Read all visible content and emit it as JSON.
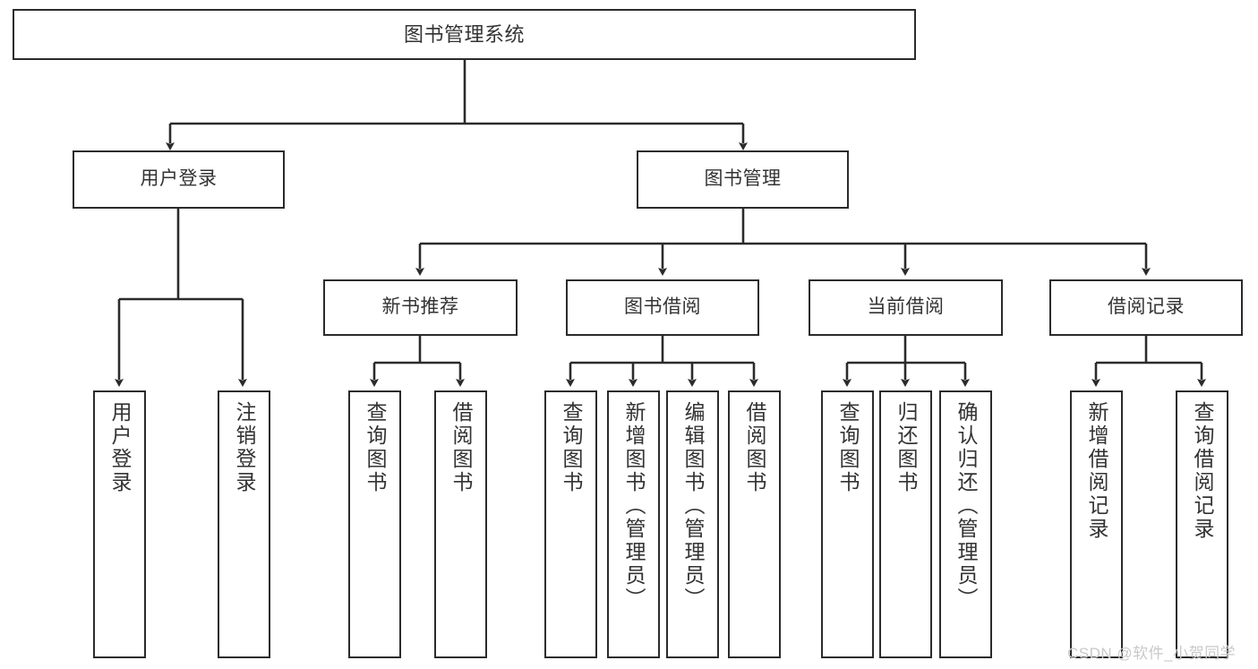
{
  "diagram": {
    "title": "图书管理系统",
    "watermark": "CSDN @软件_小贺同学",
    "colors": {
      "box_border": "#2b2b2b",
      "box_fill": "#ffffff",
      "text": "#333333",
      "connector": "#2b2b2b",
      "watermark": "#c9c9c9",
      "background": "#ffffff"
    },
    "nodes": {
      "root": {
        "label": "图书管理系统"
      },
      "level2": [
        {
          "id": "user-login",
          "label": "用户登录"
        },
        {
          "id": "book-management",
          "label": "图书管理"
        }
      ],
      "level3": [
        {
          "id": "new-book-recommend",
          "label": "新书推荐"
        },
        {
          "id": "book-borrow",
          "label": "图书借阅"
        },
        {
          "id": "current-borrow",
          "label": "当前借阅"
        },
        {
          "id": "borrow-record",
          "label": "借阅记录"
        }
      ],
      "leaves": {
        "user_login": [
          {
            "id": "leaf-user-login",
            "label": "用户登录"
          },
          {
            "id": "leaf-logout-login",
            "label": "注销登录"
          }
        ],
        "new_book_recommend": [
          {
            "id": "leaf-query-book-1",
            "label": "查询图书"
          },
          {
            "id": "leaf-borrow-book-1",
            "label": "借阅图书"
          }
        ],
        "book_borrow": [
          {
            "id": "leaf-query-book-2",
            "label": "查询图书"
          },
          {
            "id": "leaf-add-book",
            "label": "新增图书（管理员）"
          },
          {
            "id": "leaf-edit-book",
            "label": "编辑图书（管理员）"
          },
          {
            "id": "leaf-borrow-book-2",
            "label": "借阅图书"
          }
        ],
        "current_borrow": [
          {
            "id": "leaf-query-book-3",
            "label": "查询图书"
          },
          {
            "id": "leaf-return-book",
            "label": "归还图书"
          },
          {
            "id": "leaf-confirm-return",
            "label": "确认归还（管理员）"
          }
        ],
        "borrow_record": [
          {
            "id": "leaf-add-borrow-record",
            "label": "新增借阅记录"
          },
          {
            "id": "leaf-query-borrow-record",
            "label": "查询借阅记录"
          }
        ]
      }
    }
  }
}
